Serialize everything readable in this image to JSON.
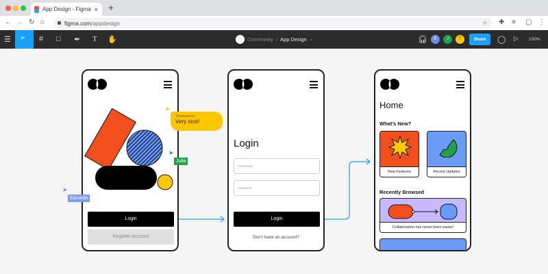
{
  "browser": {
    "tab_title": "App Design - Figma",
    "url_domain": "figma.com",
    "url_path": "/appdesign"
  },
  "toolbar": {
    "breadcrumb_parent": "Community",
    "breadcrumb_sep": "/",
    "file_name": "App Design",
    "share_label": "Share",
    "zoom": "100%",
    "avatars": [
      {
        "initial": "E",
        "color": "#6d8ef0"
      },
      {
        "initial": "J",
        "color": "#1ea34a"
      },
      {
        "initial": "T",
        "color": "#ffc700"
      }
    ]
  },
  "frame1": {
    "login": "Login",
    "register": "Register Account"
  },
  "frame2": {
    "title": "Login",
    "username_placeholder": "Username",
    "password_placeholder": "Password",
    "login": "Login",
    "signup_link": "Don't have an account?"
  },
  "frame3": {
    "title": "Home",
    "whats_new": "What's New?",
    "card1": "New Features",
    "card2": "Recent Updates",
    "recently": "Recently Browsed",
    "card3": "Collaboration has never been easier!"
  },
  "cursors": {
    "comment_author": "Thomasson",
    "comment_text": "Very nice!",
    "julia": "Julia",
    "eduardo": "Eduardo"
  },
  "colors": {
    "accent": "#18a0fb",
    "orange": "#f24e1e",
    "blue": "#699bf7",
    "yellow": "#ffc700",
    "green": "#1ea34a",
    "purple": "#c7b9ff"
  }
}
